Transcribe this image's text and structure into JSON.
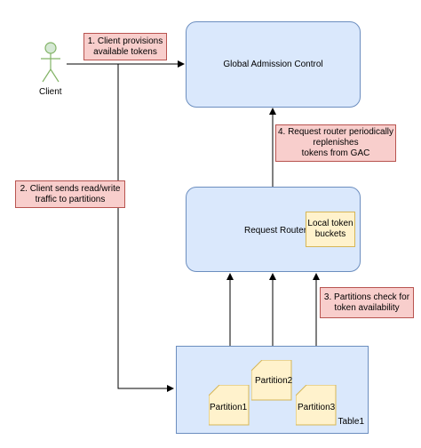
{
  "client": {
    "label": "Client"
  },
  "gac": {
    "label": "Global Admission Control"
  },
  "router": {
    "label": "Request Router",
    "bucket_label": [
      "Local token",
      "buckets"
    ]
  },
  "table": {
    "label": "Table1"
  },
  "partitions": [
    "Partition1",
    "Partition2",
    "Partition3"
  ],
  "steps": {
    "step1": [
      "1. Client provisions",
      "available tokens"
    ],
    "step2": [
      "2. Client sends read/write",
      "traffic to partitions"
    ],
    "step3": [
      "3. Partitions check for",
      "token availability"
    ],
    "step4": [
      "4. Request router periodically",
      "replenishes",
      "tokens from GAC"
    ]
  },
  "colors": {
    "blue_fill": "#dae8fc",
    "blue_stroke": "#6c8ebf",
    "red_fill": "#f8cecc",
    "red_stroke": "#b85450",
    "yellow_fill": "#fff2cc",
    "yellow_stroke": "#d6b656",
    "actor_fill": "#d5e8d4",
    "actor_stroke": "#82b366"
  }
}
